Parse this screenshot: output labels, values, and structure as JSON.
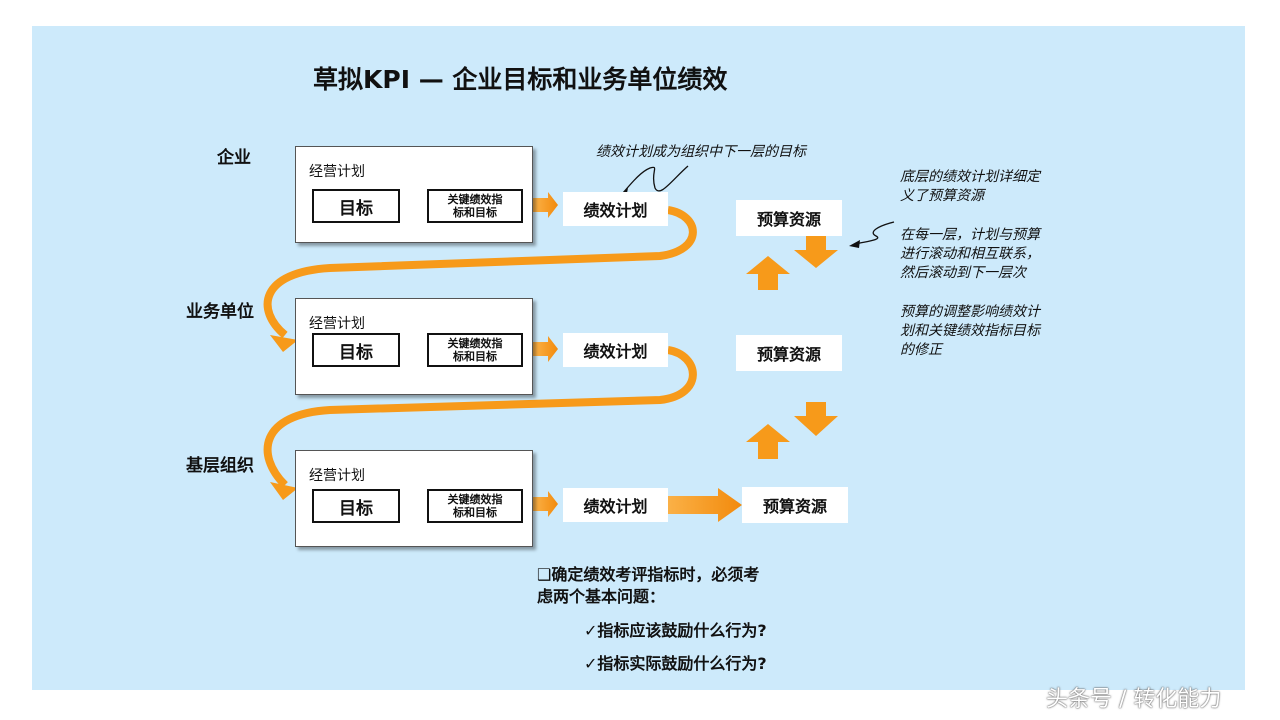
{
  "title": "草拟KPI — 企业目标和业务单位绩效",
  "levels": [
    {
      "label": "企业",
      "plan_title": "经营计划",
      "goal": "目标",
      "kpi_line1": "关键绩效指",
      "kpi_line2": "标和目标",
      "perf": "绩效计划",
      "budget": "预算资源"
    },
    {
      "label": "业务单位",
      "plan_title": "经营计划",
      "goal": "目标",
      "kpi_line1": "关键绩效指",
      "kpi_line2": "标和目标",
      "perf": "绩效计划",
      "budget": "预算资源"
    },
    {
      "label": "基层组织",
      "plan_title": "经营计划",
      "goal": "目标",
      "kpi_line1": "关键绩效指",
      "kpi_line2": "标和目标",
      "perf": "绩效计划",
      "budget": "预算资源"
    }
  ],
  "annotation_top": "绩效计划成为组织中下一层的目标",
  "notes": {
    "n1_l1": "底层的绩效计划详细定",
    "n1_l2": "义了预算资源",
    "n2_l1": "在每一层，计划与预算",
    "n2_l2": "进行滚动和相互联系，",
    "n2_l3": "然后滚动到下一层次",
    "n3_l1": "预算的调整影响绩效计",
    "n3_l2": "划和关键绩效指标目标",
    "n3_l3": "的修正"
  },
  "question": {
    "line1": "❑确定绩效考评指标时，必须考",
    "line2": "虑两个基本问题：",
    "item1": "✓指标应该鼓励什么行为?",
    "item2": "✓指标实际鼓励什么行为?"
  },
  "watermark": "头条号 / 转化能力",
  "colors": {
    "background": "#cdeafb",
    "arrow": "#f79a1a",
    "box": "#ffffff"
  }
}
